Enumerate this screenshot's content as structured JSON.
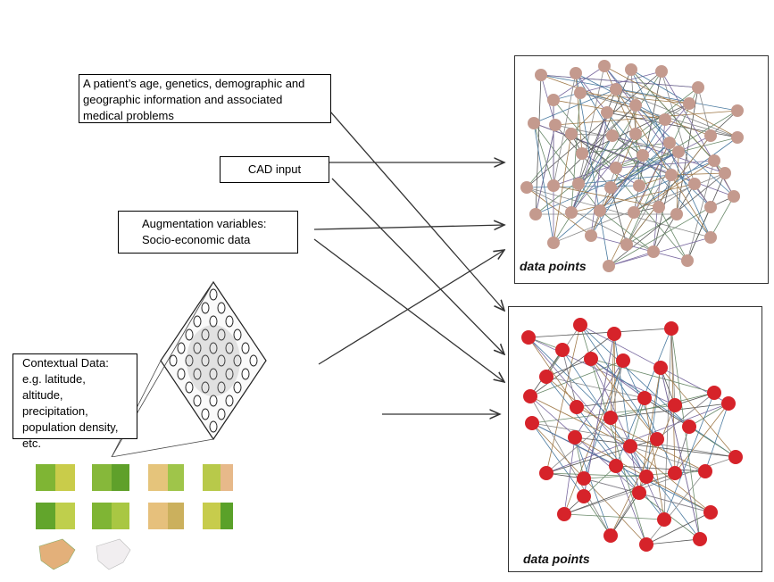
{
  "boxes": {
    "patient": "A patient’s age, genetics, demographic and\ngeographic information and associated\nmedical problems",
    "cad": "CAD  input",
    "augmentation": "Augmentation variables:\nSocio-economic data",
    "contextual": "Contextual Data:\ne.g. latitude, altitude,\nprecipitation,\npopulation density,\netc."
  },
  "panels": {
    "top_label": "data points",
    "bottom_label": "data points"
  },
  "colors": {
    "top_nodes": "#c49a8e",
    "bottom_nodes": "#d6232a",
    "arrow": "#333333"
  }
}
